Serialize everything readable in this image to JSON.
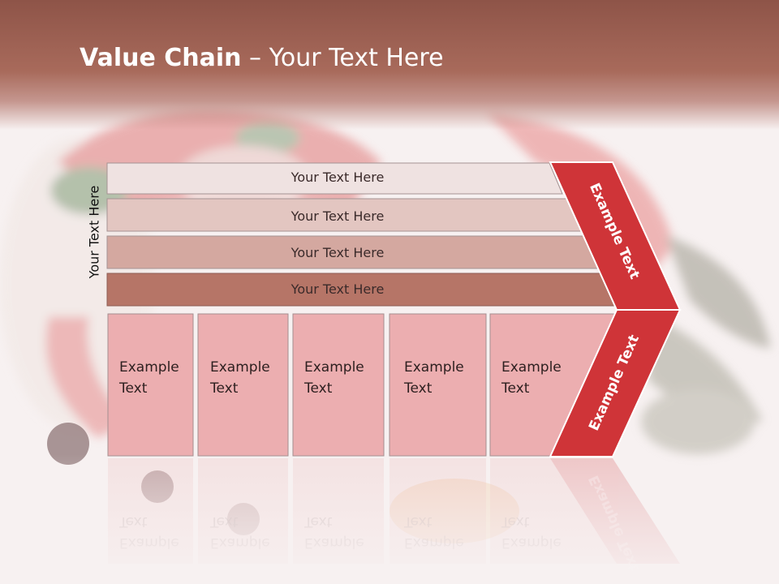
{
  "slide": {
    "title_bold": "Value Chain",
    "title_rest": " – Your Text Here",
    "vertical_label": "Your Text Here",
    "rows": [
      "Your Text Here",
      "Your Text Here",
      "Your Text Here",
      "Your Text Here"
    ],
    "columns": [
      "Example\nText",
      "Example\nText",
      "Example\nText",
      "Example\nText",
      "Example\nText"
    ],
    "chevron_top": "Example Text",
    "chevron_bottom": "Example Text"
  },
  "colors": {
    "header": "#a86a5b",
    "row1": "#efe2e1",
    "row2": "#e3c6c1",
    "row3": "#d4a8a0",
    "row4": "#b67567",
    "column_fill": "#ecaeb0",
    "chevron": "#cf3438"
  }
}
